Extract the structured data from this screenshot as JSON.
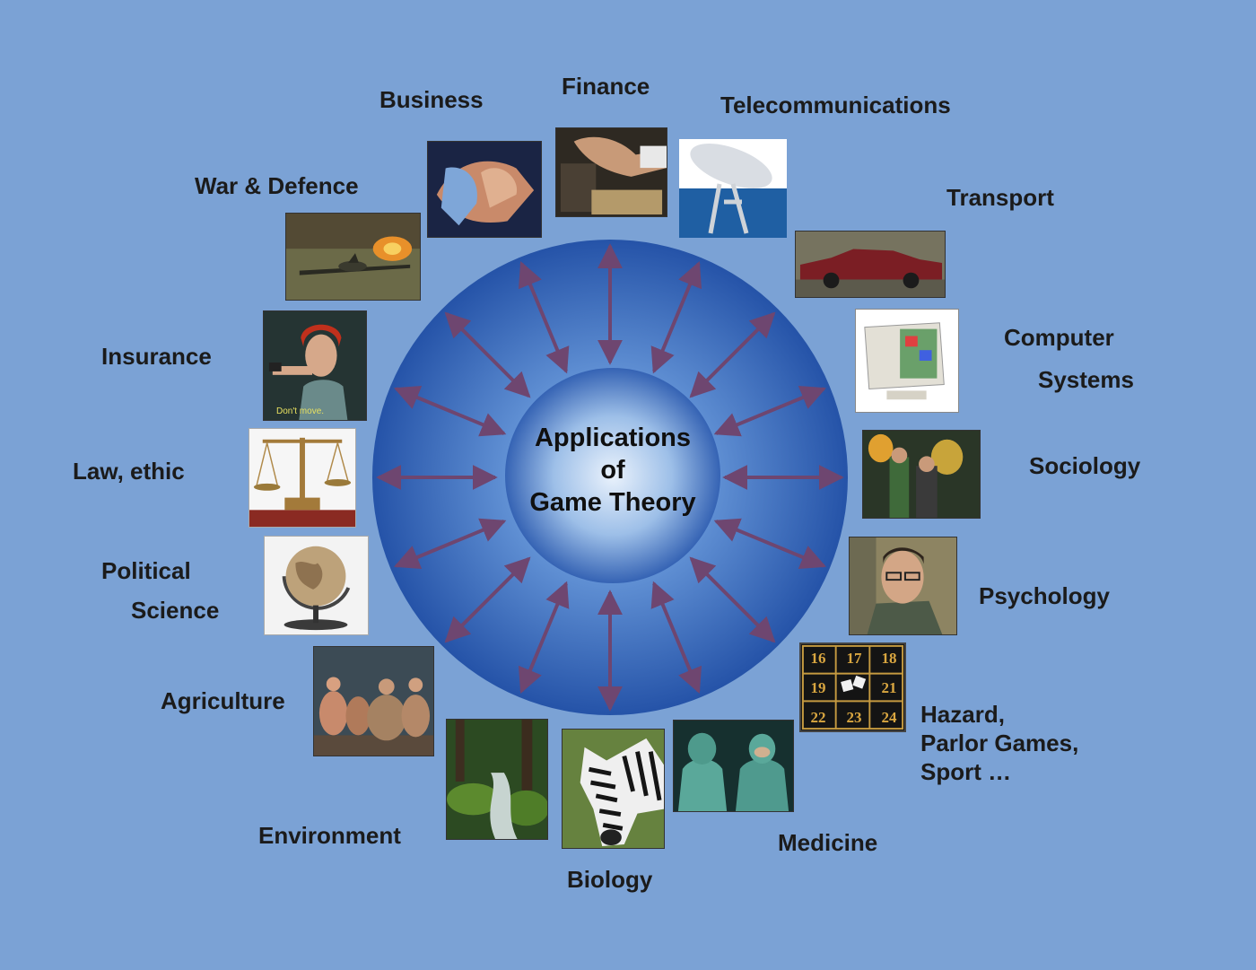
{
  "diagram": {
    "center_title": [
      "Applications",
      "of",
      "Game Theory"
    ],
    "applications": [
      {
        "id": "finance",
        "label": "Finance",
        "icon": "money-counting-image"
      },
      {
        "id": "telecommunications",
        "label": "Telecommunications",
        "icon": "satellite-dish-image"
      },
      {
        "id": "transport",
        "label": "Transport",
        "icon": "car-image"
      },
      {
        "id": "computer-systems",
        "label_lines": [
          "Computer",
          "Systems"
        ],
        "icon": "computer-monitor-image"
      },
      {
        "id": "sociology",
        "label": "Sociology",
        "icon": "group-scene-image"
      },
      {
        "id": "psychology",
        "label": "Psychology",
        "icon": "man-portrait-image"
      },
      {
        "id": "hazard",
        "label_lines": [
          "Hazard,",
          "Parlor Games,",
          "Sport  …"
        ],
        "icon": "number-grid-image",
        "grid_numbers": [
          "16",
          "17",
          "18",
          "19",
          "",
          "21",
          "22",
          "23",
          "24"
        ]
      },
      {
        "id": "medicine",
        "label": "Medicine",
        "icon": "surgeons-image"
      },
      {
        "id": "biology",
        "label": "Biology",
        "icon": "zebra-image"
      },
      {
        "id": "environment",
        "label": "Environment",
        "icon": "forest-stream-image"
      },
      {
        "id": "agriculture",
        "label": "Agriculture",
        "icon": "chickens-image"
      },
      {
        "id": "political-science",
        "label_lines": [
          "Political",
          "Science"
        ],
        "icon": "globe-image"
      },
      {
        "id": "law-ethic",
        "label": "Law, ethic",
        "icon": "scales-image"
      },
      {
        "id": "insurance",
        "label": "Insurance",
        "icon": "woman-with-gun-image",
        "caption": "Don't move."
      },
      {
        "id": "war-defence",
        "label": "War & Defence",
        "icon": "burning-plane-image"
      },
      {
        "id": "business",
        "label": "Business",
        "icon": "handshake-image"
      }
    ],
    "colors": {
      "background": "#7BA2D5",
      "disc_outer": "#2A5BAE",
      "disc_inner": "#9DBFE8",
      "arrow": "#6E4670"
    }
  }
}
